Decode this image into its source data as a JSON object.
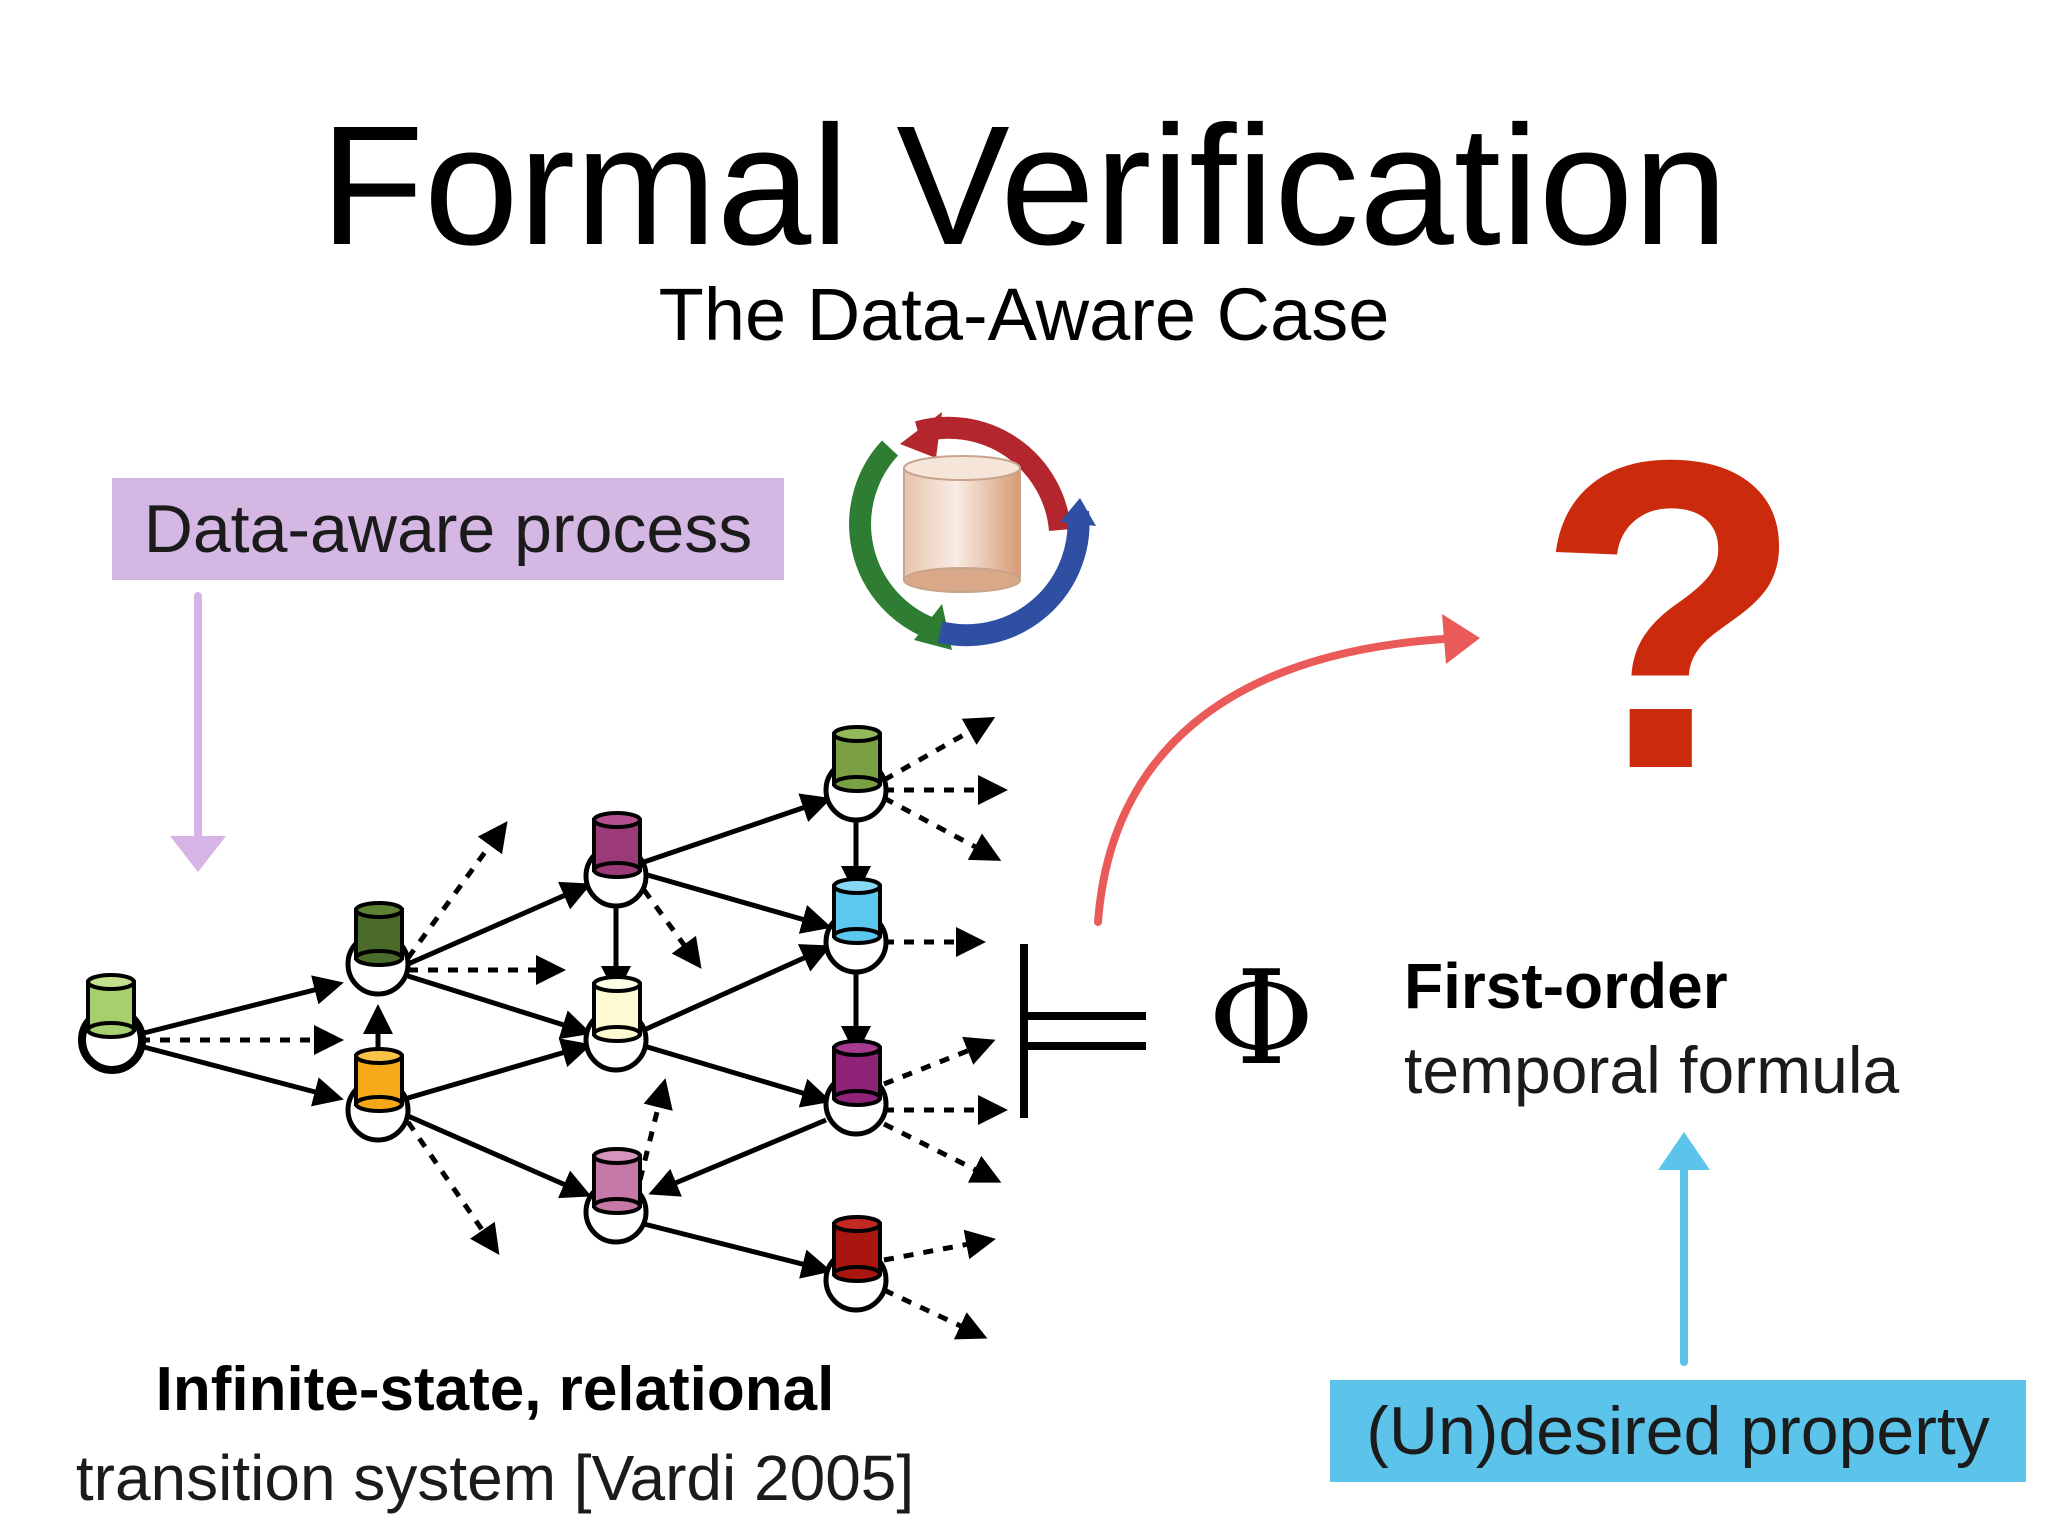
{
  "title": "Formal Verification",
  "subtitle": "The Data-Aware Case",
  "process_label": "Data-aware process",
  "property_label": "(Un)desired property",
  "system_caption": {
    "bold": "Infinite-state, relational",
    "normal": "transition system [Vardi 2005]"
  },
  "formula_caption": {
    "bold": "First-order",
    "normal": "temporal formula"
  },
  "phi_symbol": "Φ",
  "question_mark": "?",
  "colors": {
    "process_box": "#d4b7e3",
    "property_box": "#5cc4ea",
    "question_mark": "#cc2a0c",
    "red_arrow": "#ea5a58",
    "purple_arrow": "#d6b4e6",
    "blue_arrow": "#5cc4ea",
    "cycle_red": "#b3262e",
    "cycle_blue": "#2f4fa3",
    "cycle_green": "#2e7d32"
  },
  "icons": {
    "database_cycle": "database-cycle-icon",
    "question": "question-mark-icon",
    "models": "models-turnstile-icon"
  }
}
